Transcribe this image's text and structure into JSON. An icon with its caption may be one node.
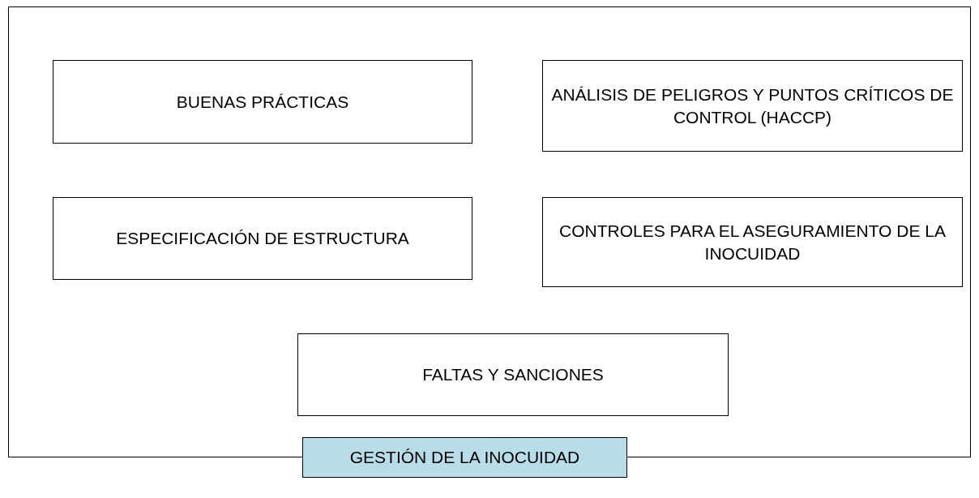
{
  "diagram": {
    "nodes": [
      {
        "text": [
          "GESTIÓN DE LA INOCUIDAD"
        ]
      },
      {
        "text": [
          "BUENAS PRÁCTICAS"
        ],
        "in": 0
      },
      {
        "text": [
          "ANÁLISIS DE PELIGROS Y PUNTOS CRÍTICOS DE CONTROL (HACCP)"
        ],
        "in": 0
      },
      {
        "text": [
          "ESPECIFICACIÓN DE ESTRUCTURA"
        ],
        "in": 0
      },
      {
        "text": [
          "CONTROLES PARA EL ASEGURAMIENTO DE LA INOCUIDAD"
        ],
        "in": 0
      },
      {
        "text": [
          "FALTAS Y SANCIONES"
        ],
        "in": 0
      }
    ]
  }
}
